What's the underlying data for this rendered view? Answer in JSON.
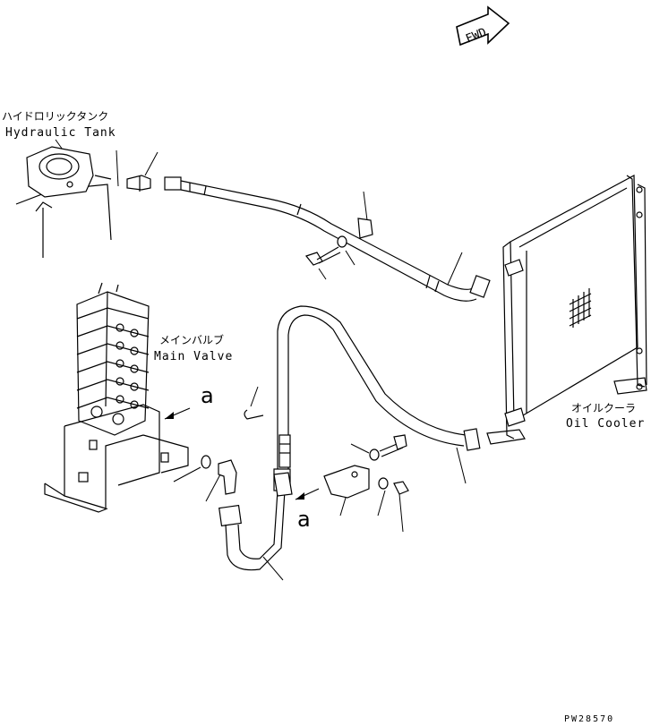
{
  "figure_code": "PW28570",
  "fwd_arrow": {
    "label": "FWD"
  },
  "labels": {
    "hydraulic_tank_jp": "ハイドロリックタンク",
    "hydraulic_tank_en": "Hydraulic Tank",
    "main_valve_jp": "メインバルブ",
    "main_valve_en": "Main Valve",
    "oil_cooler_jp": "オイルクーラ",
    "oil_cooler_en": "Oil Cooler",
    "view_a_top": "a",
    "view_a_bottom": "a"
  }
}
